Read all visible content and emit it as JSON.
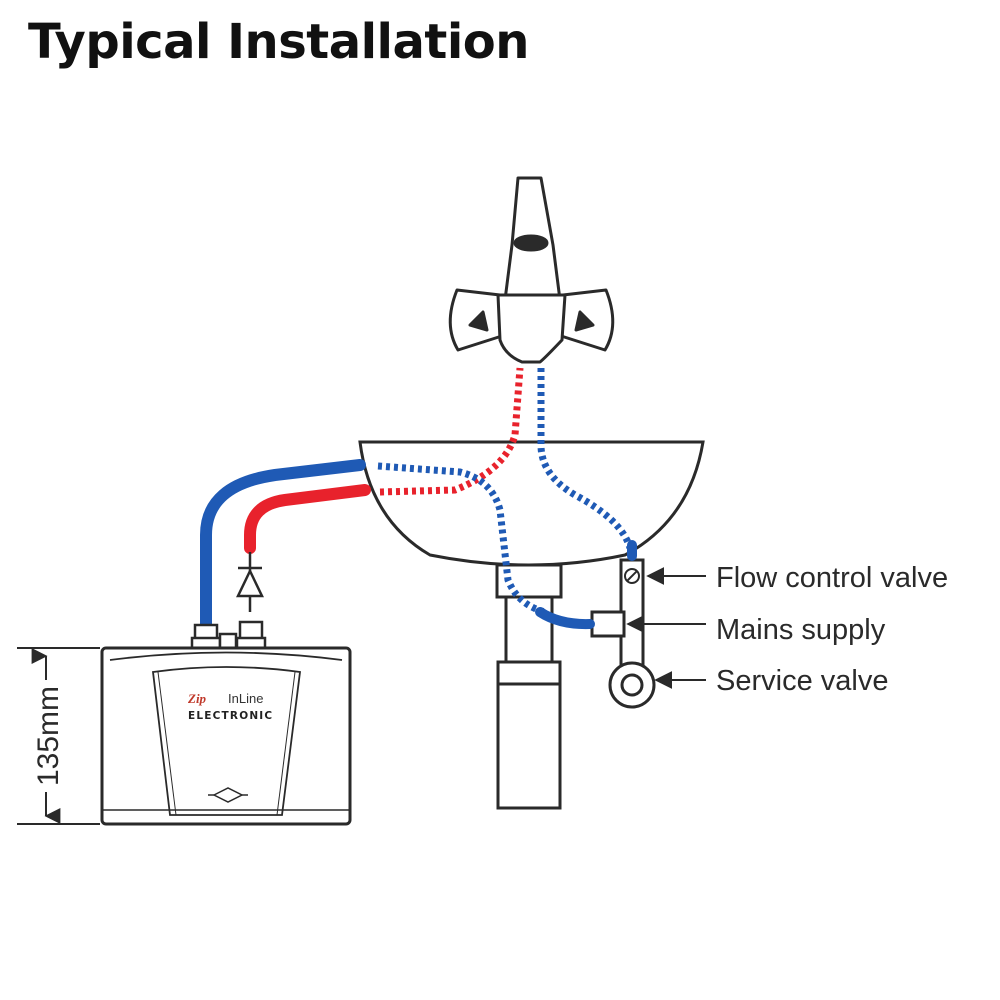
{
  "title": "Typical Installation",
  "colors": {
    "hot": "#e8222c",
    "cold": "#1f5ab5",
    "line": "#2a2a2a"
  },
  "labels": {
    "flow_control_valve": "Flow control valve",
    "mains_supply": "Mains supply",
    "service_valve": "Service valve"
  },
  "heater": {
    "brand_logo": "Zip",
    "model": "InLine",
    "subtitle": "ELECTRONIC"
  },
  "dimension": {
    "height_label": "135mm"
  }
}
